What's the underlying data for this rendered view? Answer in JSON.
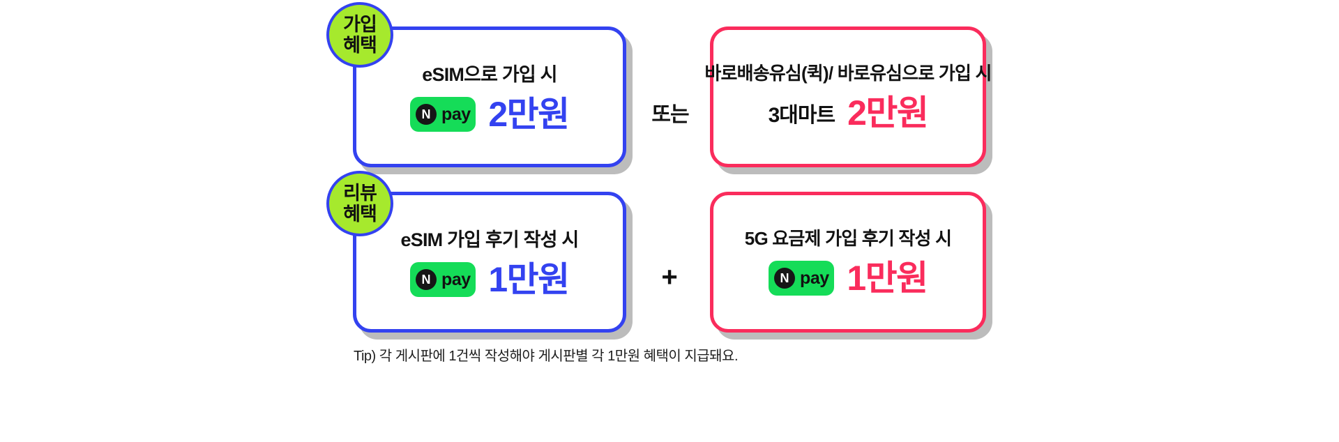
{
  "colors": {
    "blue_accent": "#3342f0",
    "pink_accent": "#fa2c5c",
    "badge_green": "#a6e92d",
    "npay_green": "#15dc58",
    "shadow_gray": "#bcbcbc",
    "text_dark": "#111111",
    "background": "#ffffff"
  },
  "badges": [
    {
      "line1": "가입",
      "line2": "혜택"
    },
    {
      "line1": "리뷰",
      "line2": "혜택"
    }
  ],
  "connectors": {
    "or": "또는",
    "plus": "+"
  },
  "npay": {
    "n": "N",
    "pay": "pay"
  },
  "cards": {
    "signup_esim": {
      "title": "eSIM으로 가입 시",
      "value": "2만원"
    },
    "signup_usim": {
      "title": "바로배송유심(퀵)/ 바로유심으로 가입 시",
      "value_prefix": "3대마트",
      "value": "2만원"
    },
    "review_esim": {
      "title": "eSIM 가입 후기 작성 시",
      "value": "1만원"
    },
    "review_5g": {
      "title": "5G 요금제 가입 후기 작성 시",
      "value": "1만원"
    }
  },
  "tip": "Tip) 각 게시판에 1건씩 작성해야 게시판별 각 1만원 혜택이 지급돼요."
}
